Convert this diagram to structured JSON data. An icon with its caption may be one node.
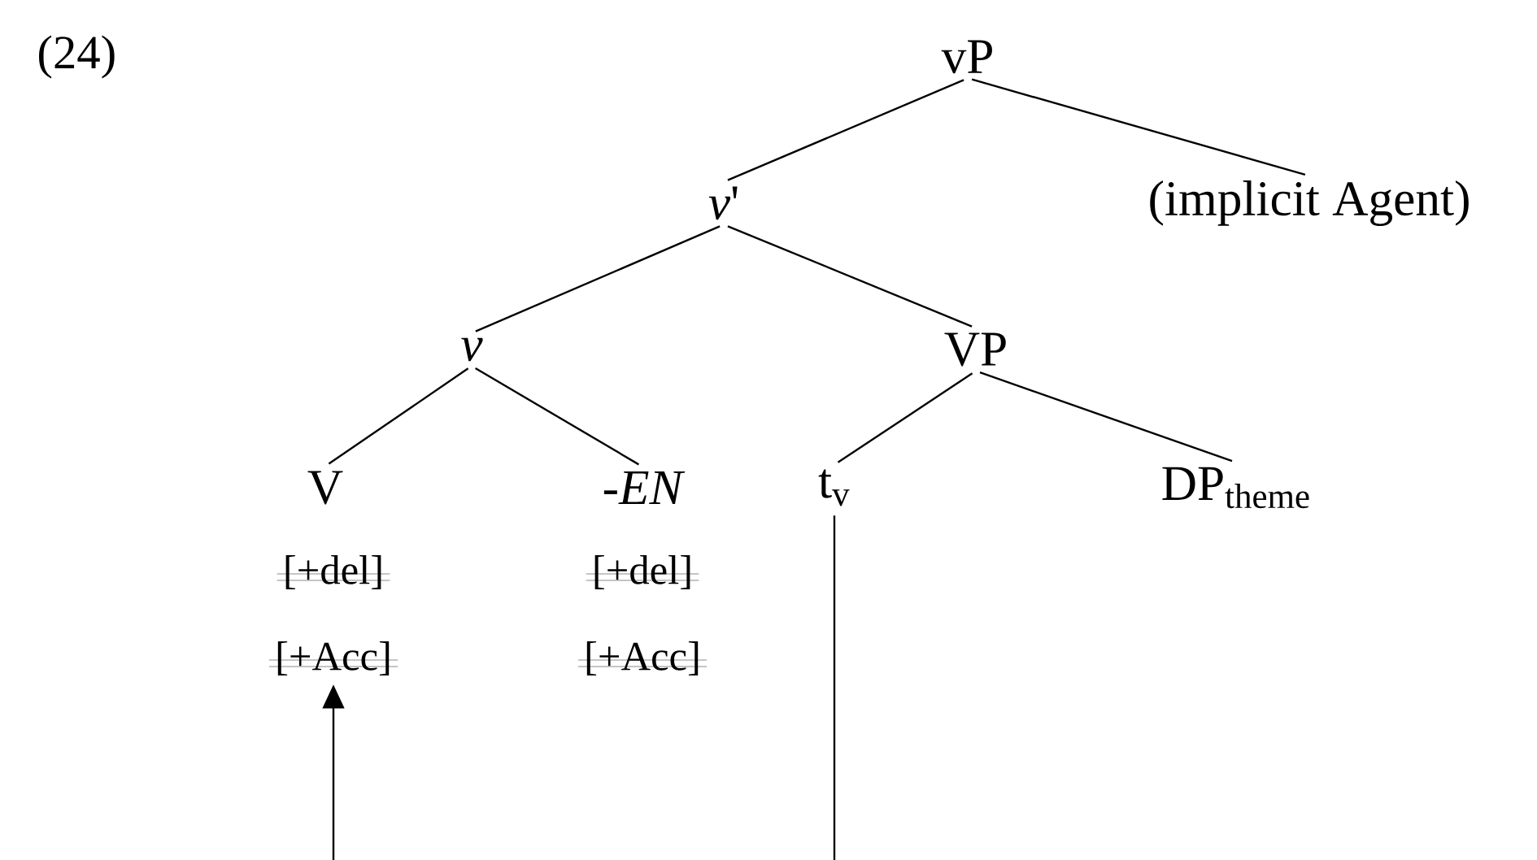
{
  "diagram": {
    "nodes": [
      {
        "text": [
          "vP"
        ]
      },
      {
        "text": [
          "*v*'"
        ]
      },
      {
        "text": [
          "(implicit Agent)"
        ]
      },
      {
        "text": [
          "*v*"
        ]
      },
      {
        "text": [
          "VP"
        ]
      },
      {
        "text": [
          "V"
        ]
      },
      {
        "text": [
          "-EN"
        ]
      },
      {
        "text": [
          "t$_{v}$"
        ]
      },
      {
        "text": [
          "DP$_{theme}$"
        ]
      },
      {
        "text": [
          "[+del]"
        ]
      },
      {
        "text": [
          "[+Acc]"
        ]
      },
      {
        "text": [
          "[+del]"
        ]
      },
      {
        "text": [
          "[+Acc]"
        ]
      }
    ],
    "edges": [
      {
        "from": 0,
        "to": 1,
        "arrow": "none"
      },
      {
        "from": 0,
        "to": 2,
        "arrow": "none"
      },
      {
        "from": 1,
        "to": 3,
        "arrow": "none"
      },
      {
        "from": 1,
        "to": 4,
        "arrow": "none"
      },
      {
        "from": 3,
        "to": 5,
        "arrow": "none"
      },
      {
        "from": 3,
        "to": 6,
        "arrow": "none"
      },
      {
        "from": 4,
        "to": 7,
        "arrow": "none"
      },
      {
        "from": 4,
        "to": 8,
        "arrow": "none"
      },
      {
        "from": null,
        "to": 10,
        "arrow": "to"
      },
      {
        "from": 7,
        "to": null,
        "arrow": "none"
      }
    ],
    "labels": [
      "(24)"
    ]
  }
}
